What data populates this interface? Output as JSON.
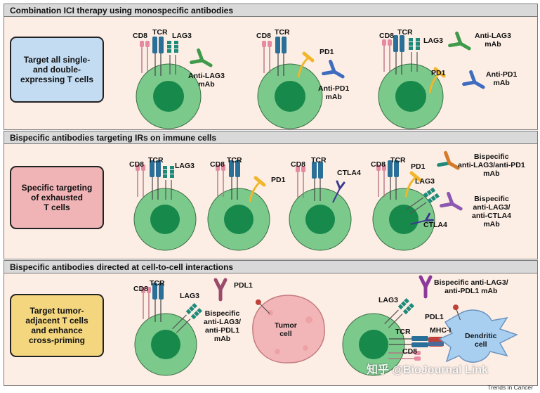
{
  "sections": [
    {
      "title": "Combination ICI therapy using monospecific antibodies",
      "side_label": "Target all single-\nand double-\nexpressing T cells"
    },
    {
      "title": "Bispecific antibodies targeting IRs on immune cells",
      "side_label": "Specific targeting\nof exhausted\nT cells"
    },
    {
      "title": "Bispecific antibodies directed at cell-to-cell interactions",
      "side_label": "Target tumor-\nadjacent T cells\nand enhance\ncross-priming"
    }
  ],
  "labels": {
    "cd8": "CD8",
    "tcr": "TCR",
    "lag3": "LAG3",
    "pd1": "PD1",
    "ctla4": "CTLA4",
    "pdl1": "PDL1",
    "mhc_i": "MHC-I",
    "anti_lag3": "Anti-LAG3\nmAb",
    "anti_pd1": "Anti-PD1\nmAb",
    "bispec_lag3_pd1": "Bispecific\nanti-LAG3/anti-PD1\nmAb",
    "bispec_lag3_ctla4": "Bispecific\nanti-LAG3/\nanti-CTLA4\nmAb",
    "bispec_lag3_pdl1": "Bispecific\nanti-LAG3/\nanti-PDL1\nmAb",
    "bispec_lag3_pdl1_inline": "Bispecific anti-LAG3/\nanti-PDL1 mAb",
    "tumor_cell": "Tumor\ncell",
    "dendritic_cell": "Dendritic\ncell"
  },
  "credit": "Trends in Cancer",
  "watermark": "知乎 @BioJournal Link",
  "colors": {
    "panel_bg": "#fdeee5",
    "box1": "#c3dcf2",
    "box2": "#f0b3b6",
    "box3": "#f3d67e",
    "cell": "#7cc98c",
    "nucleus": "#17894a",
    "cd8": "#e58aa0",
    "tcr": "#2a6f97",
    "lag3": "#1f8a7a",
    "pd1": "#f1b62a",
    "ctla4": "#3b3a8f",
    "anti_lag3": "#3f9a4a",
    "anti_pd1": "#3d6cc0",
    "bispec_pd1": "#d77a28",
    "bispec_ctla4": "#8c58b0",
    "bispec_pdl1": "#9a4a6a",
    "pdl1": "#c0413a",
    "tumor": "#f3b6b8",
    "dendritic": "#a9cff0"
  }
}
